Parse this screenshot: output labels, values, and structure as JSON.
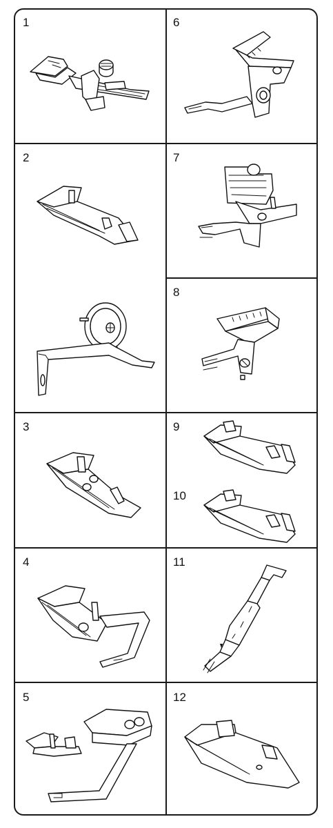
{
  "panels": [
    {
      "number": "1",
      "icon": "ruffler-foot-icon"
    },
    {
      "number": "2",
      "icon": "cording-foot-icon"
    },
    {
      "number": "3",
      "icon": "beading-foot-icon"
    },
    {
      "number": "4",
      "icon": "elastic-foot-icon"
    },
    {
      "number": "5",
      "icon": "blind-hem-foot-icon"
    },
    {
      "number": "6",
      "icon": "edge-guide-icon"
    },
    {
      "number": "7",
      "icon": "seam-guide-icon"
    },
    {
      "number": "8",
      "icon": "fabric-guide-icon"
    },
    {
      "number": "9",
      "icon": "presser-foot-icon"
    },
    {
      "number": "10",
      "icon": "presser-foot-icon"
    },
    {
      "number": "11",
      "icon": "threader-tool-icon"
    },
    {
      "number": "12",
      "icon": "presser-foot-icon"
    }
  ]
}
